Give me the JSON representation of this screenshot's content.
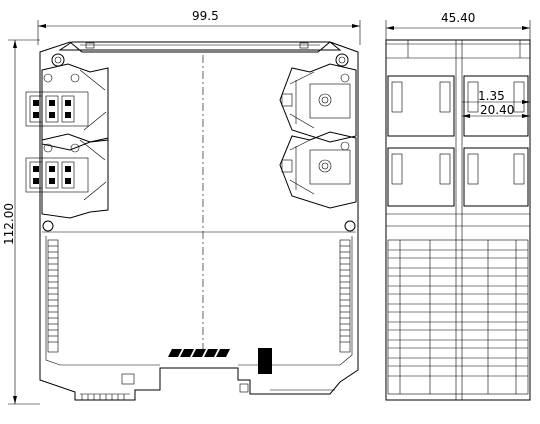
{
  "drawing": {
    "front_view": {
      "width_label": "99.5",
      "height_label": "112.00"
    },
    "side_view": {
      "width_label": "45.40",
      "inner_label_1": "1.35",
      "inner_label_2": "20.40"
    }
  }
}
